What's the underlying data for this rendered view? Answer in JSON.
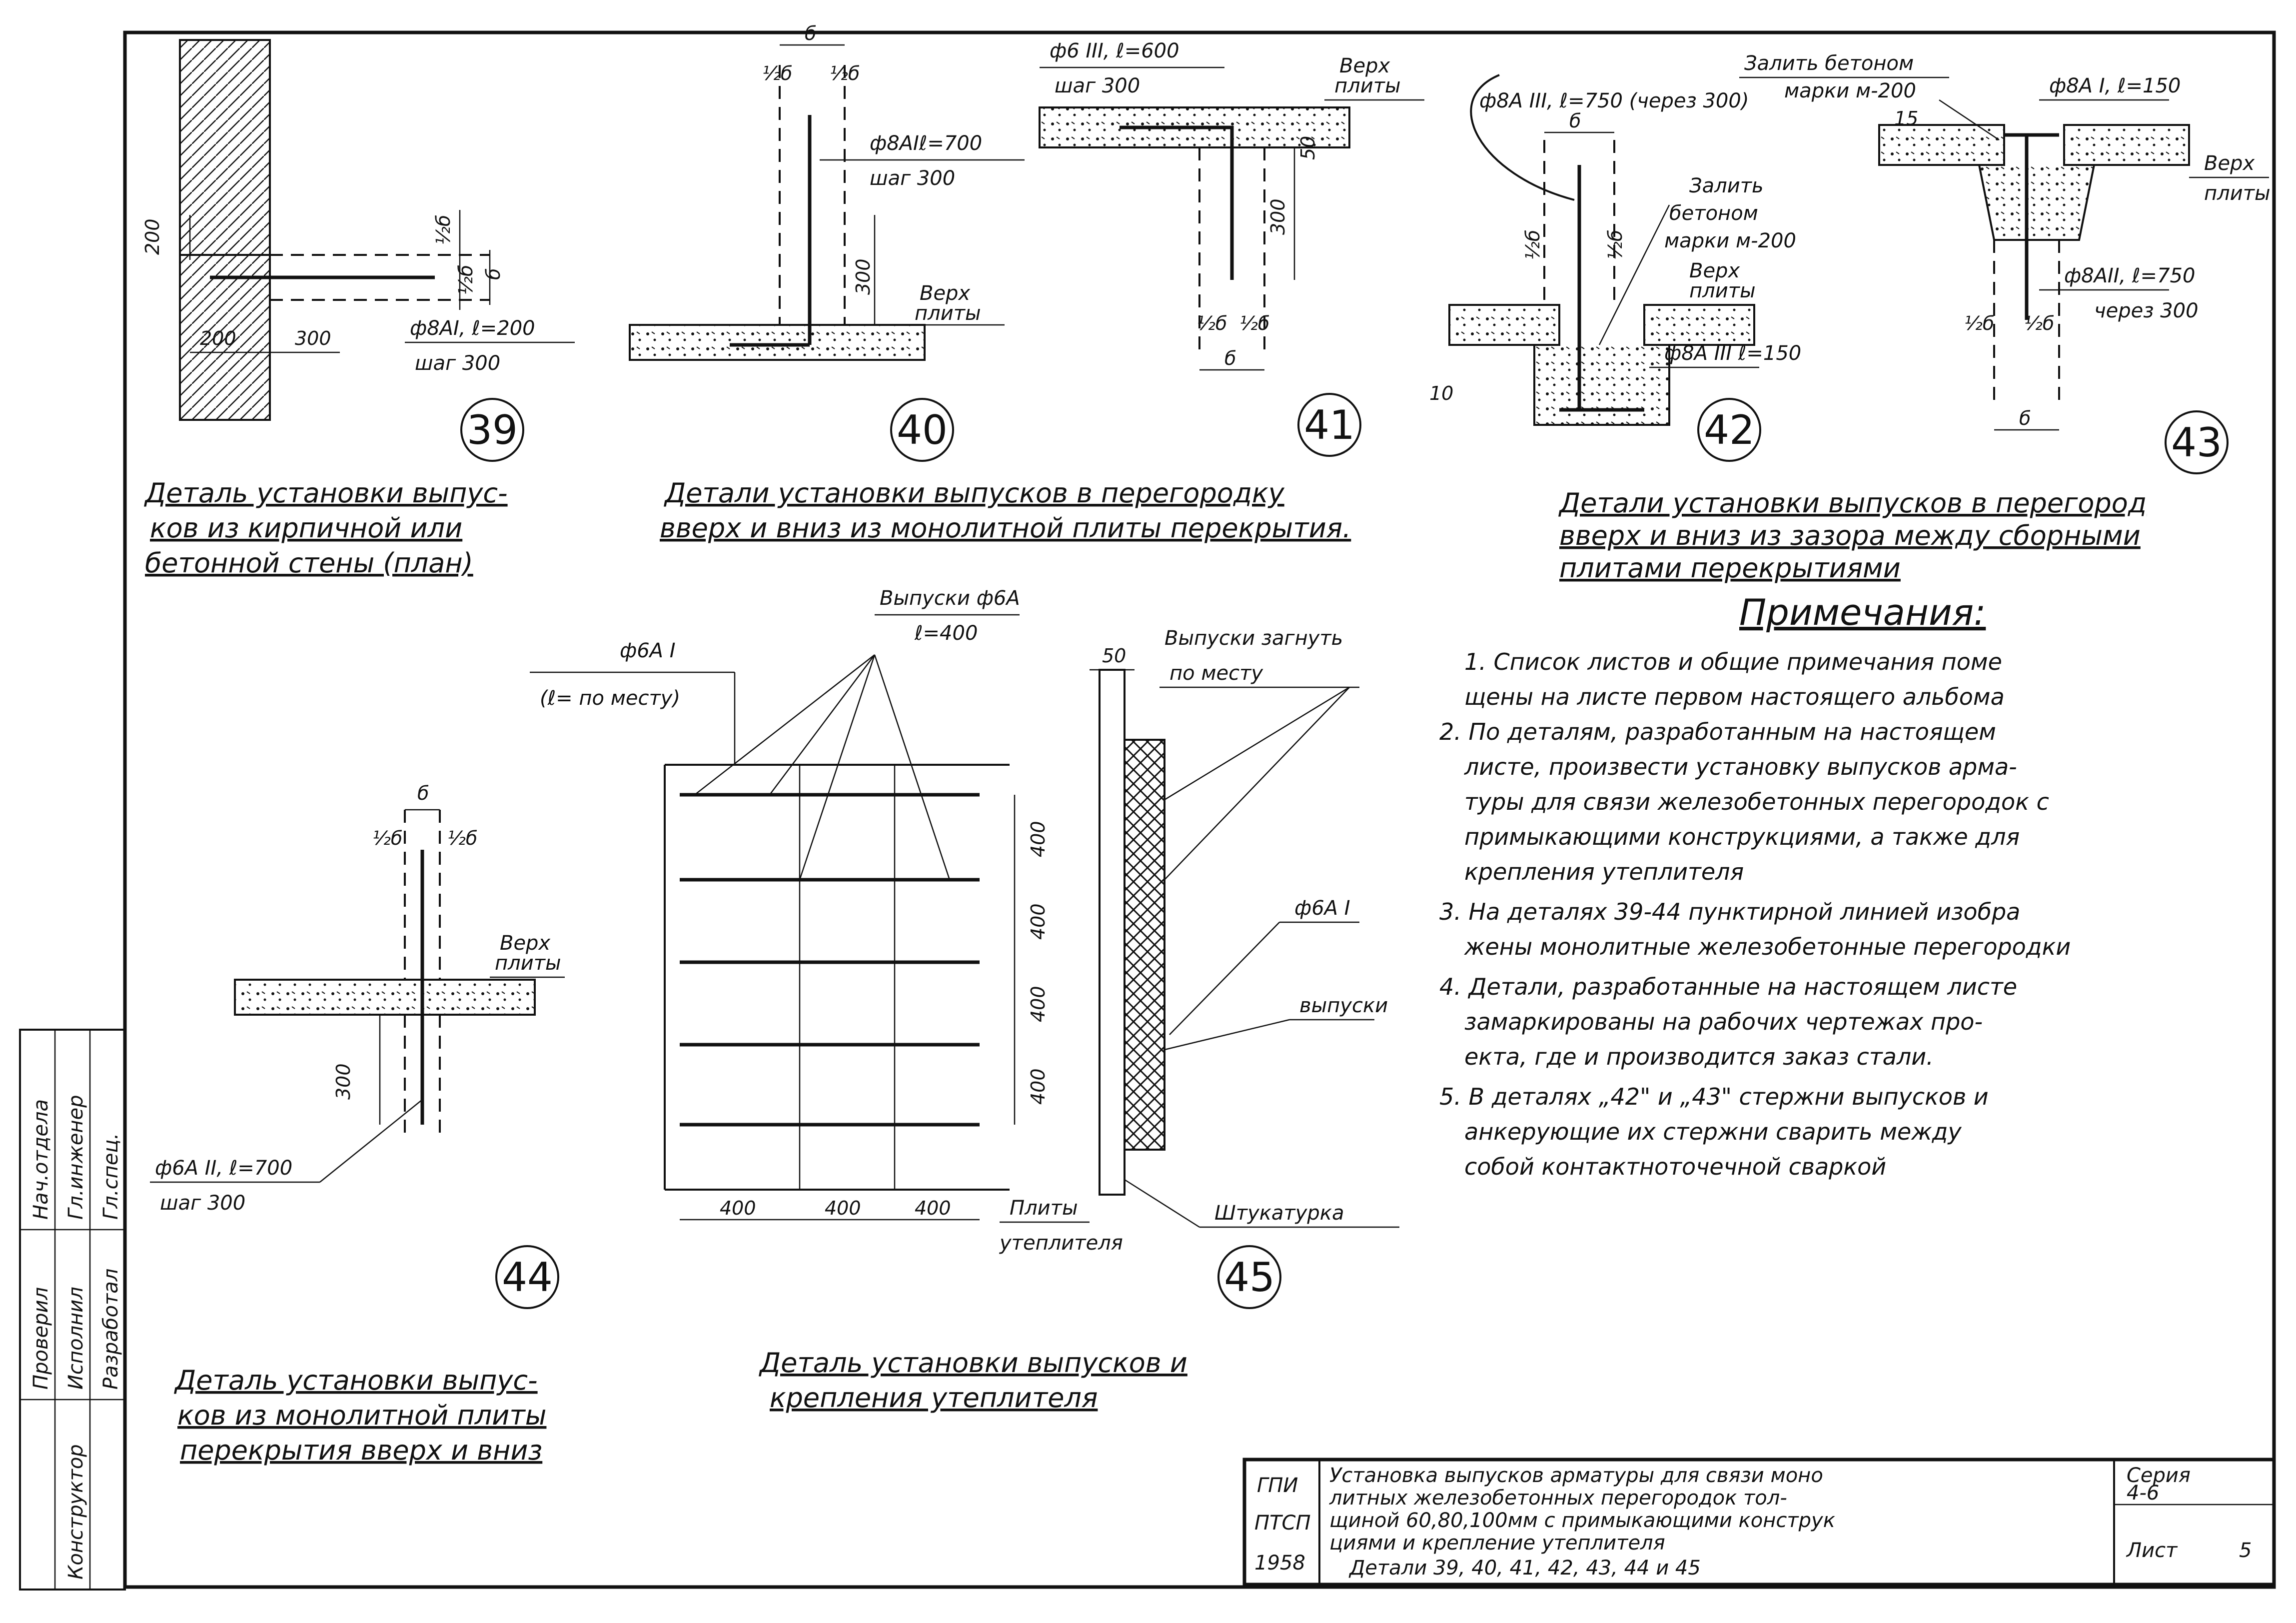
{
  "details": [
    {
      "number": "39",
      "title": [
        "Деталь установки выпус-",
        "ков из кирпичной или",
        "бетонной стены (план)"
      ]
    },
    {
      "number": "40",
      "title": []
    },
    {
      "number": "41",
      "title": [
        "Детали установки выпусков в перегородку",
        "вверх и вниз из монолитной плиты перекрытия."
      ]
    },
    {
      "number": "42",
      "title": []
    },
    {
      "number": "43",
      "title": [
        "Детали установки выпусков в перегород",
        "вверх и вниз из зазора между сборными",
        "плитами перекрытиями"
      ]
    },
    {
      "number": "44",
      "title": [
        "Деталь установки выпус-",
        "ков из монолитной плиты",
        "перекрытия вверх и вниз"
      ]
    },
    {
      "number": "45",
      "title": [
        "Деталь установки выпусков и",
        "крепления утеплителя"
      ]
    }
  ],
  "labels": {
    "d39": {
      "dim_200": "200",
      "dim_300": "300",
      "dim_200b": "200",
      "half_b1": "½б",
      "half_b2": "½б",
      "b": "б",
      "rebar": "ф8АI, ℓ=200",
      "step": "шаг 300"
    },
    "d40": {
      "b": "б",
      "half_l": "½б",
      "half_r": "½б",
      "rebar": "ф8АIℓ=700",
      "step": "шаг 300",
      "dim_300": "300",
      "top": "Верх",
      "slab": "плиты"
    },
    "d41": {
      "rebar": "ф6 III, ℓ=600",
      "step": "шаг 300",
      "top": "Верх",
      "slab": "плиты",
      "dim_50": "50",
      "dim_300": "300",
      "half_l": "½б",
      "half_r": "½б",
      "b": "б"
    },
    "d42": {
      "rebar": "ф8А III, ℓ=750 (через 300)",
      "b": "б",
      "half_l": "½б",
      "half_r": "½б",
      "fill1": "Залить",
      "fill2": "бетоном",
      "fill3": "марки м-200",
      "top": "Верх",
      "slab": "плиты",
      "rebar2": "ф8А III ℓ=150",
      "dim_10": "10"
    },
    "d43": {
      "fill1": "Залить бетоном",
      "fill2": "марки м-200",
      "rebar": "ф8А I, ℓ=150",
      "dim_15": "15",
      "top": "Верх",
      "slab": "плиты",
      "rebar2": "ф8АII, ℓ=750",
      "step": "через 300",
      "half_l": "½б",
      "half_r": "½б",
      "b": "б"
    },
    "d44": {
      "b": "б",
      "half_l": "½б",
      "half_r": "½б",
      "top": "Верх",
      "slab": "плиты",
      "dim_300": "300",
      "rebar": "ф6А II, ℓ=700",
      "step": "шаг 300"
    },
    "d45": {
      "outlets": "Выпуски ф6А",
      "outlets_len": "ℓ=400",
      "rebar": "ф6А I",
      "rebar_len": "(ℓ= по месту)",
      "bent": "Выпуски загнуть",
      "bent2": "по месту",
      "dim_50": "50",
      "rebar_r": "ф6А I",
      "outlets_r": "выпуски",
      "dims": [
        "400",
        "400",
        "400",
        "400"
      ],
      "hdims": [
        "400",
        "400",
        "400"
      ],
      "insul1": "Плиты",
      "insul2": "утеплителя",
      "plaster": "Штукатурка"
    }
  },
  "notes": {
    "heading": "Примечания:",
    "lines": [
      "1. Список листов и общие примечания поме",
      "щены на листе первом настоящего альбома",
      "2. По деталям, разработанным на настоящем",
      "листе, произвести установку выпусков арма-",
      "туры для связи железобетонных перегородок с",
      "примыкающими конструкциями, а также для",
      "крепления утеплителя",
      "3. На деталях 39-44 пунктирной линией изобра",
      "жены монолитные железобетонные перегородки",
      "4. Детали, разработанные на настоящем листе",
      "замаркированы на рабочих чертежах про-",
      "екта, где и производится заказ стали.",
      "5. В деталях „42\" и „43\" стержни выпусков и",
      "анкерующие их стержни сварить между",
      "собой контактноточечной сваркой"
    ]
  },
  "stamp": {
    "org": [
      "ГПИ",
      "ПТСП",
      "1958"
    ],
    "title": [
      "Установка выпусков арматуры для связи моно",
      "литных железобетонных перегородок тол-",
      "щиной 60,80,100мм с примыкающими конструк",
      "циями и крепление утеплителя",
      "Детали 39, 40, 41, 42, 43, 44 и 45"
    ],
    "series_label": "Серия",
    "series_value": "4-6",
    "sheet_label": "Лист",
    "sheet_value": "5"
  },
  "side_stamp": [
    "Нач.отдела",
    "Гл.инженер",
    "Гл.спец.",
    "Проверил",
    "Исполнил",
    "Разработал",
    "Конструктор"
  ]
}
